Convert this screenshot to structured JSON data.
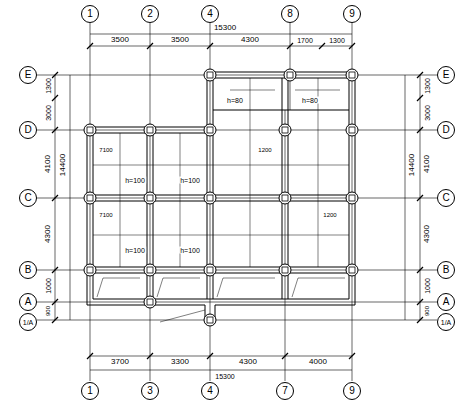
{
  "diagram": {
    "nodes": [
      {
        "text": [
          "1"
        ]
      },
      {
        "text": [
          "2"
        ]
      },
      {
        "text": [
          "4"
        ]
      },
      {
        "text": [
          "8"
        ]
      },
      {
        "text": [
          "9"
        ]
      },
      {
        "text": [
          "E"
        ]
      },
      {
        "text": [
          "D"
        ]
      },
      {
        "text": [
          "C"
        ]
      },
      {
        "text": [
          "B"
        ]
      },
      {
        "text": [
          "A"
        ]
      },
      {
        "text": [
          "1/A"
        ]
      },
      {
        "text": [
          "E"
        ]
      },
      {
        "text": [
          "D"
        ]
      },
      {
        "text": [
          "C"
        ]
      },
      {
        "text": [
          "B"
        ]
      },
      {
        "text": [
          "A"
        ]
      },
      {
        "text": [
          "1/A"
        ]
      },
      {
        "text": [
          "1"
        ]
      },
      {
        "text": [
          "3"
        ]
      },
      {
        "text": [
          "4"
        ]
      },
      {
        "text": [
          "7"
        ]
      },
      {
        "text": [
          "9"
        ]
      }
    ],
    "labels": [
      "3500",
      "3500",
      "4300",
      "1700",
      "1300",
      "15300",
      "3700",
      "3300",
      "4300",
      "4000",
      "15300",
      "1300",
      "3000",
      "4100",
      "4300",
      "1000",
      "900",
      "14400",
      "1300",
      "3000",
      "4100",
      "4300",
      "1000",
      "900",
      "14400",
      "h=100",
      "h=100",
      "h=100",
      "h=100",
      "h=80",
      "h=80",
      "7100",
      "7100",
      "1200",
      "1200"
    ]
  }
}
